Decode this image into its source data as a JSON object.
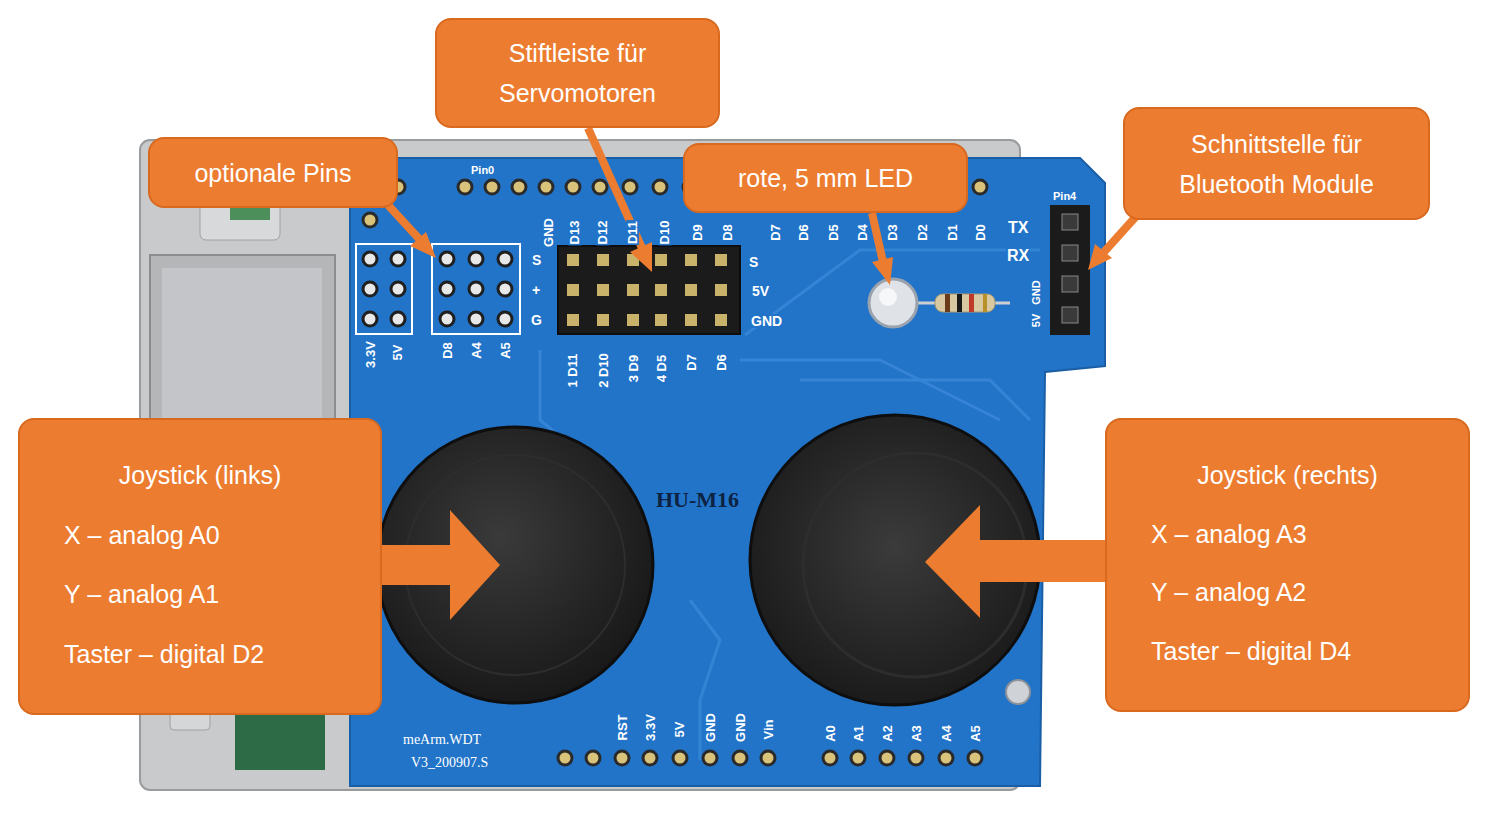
{
  "diagram": {
    "nodes": [
      {
        "text": [
          "optionale Pins"
        ]
      },
      {
        "text": [
          "Stiftleiste für Servomotoren"
        ]
      },
      {
        "text": [
          "rote, 5 mm LED"
        ]
      },
      {
        "text": [
          "Schnittstelle für Bluetooth Module"
        ]
      },
      {
        "text": [
          "Joystick (links)",
          "X – analog A0",
          "Y – analog A1",
          "Taster – digital D2"
        ]
      },
      {
        "text": [
          "Joystick (rechts)",
          "X – analog A3",
          "Y – analog A2",
          "Taster – digital D4"
        ]
      }
    ],
    "labels": [
      "Pin0",
      "GND",
      "D13",
      "D12",
      "D11",
      "D10",
      "D9",
      "D8",
      "D7",
      "D6",
      "D5",
      "D4",
      "D3",
      "D2",
      "D1",
      "D0",
      "Pin4",
      "TX",
      "RX",
      "GND",
      "5V",
      "S",
      "+",
      "G",
      "S",
      "5V",
      "GND",
      "3.3V",
      "5V",
      "D8",
      "A4",
      "A5",
      "1 D11",
      "2 D10",
      "3 D9",
      "4 D5",
      "D7",
      "D6",
      "HU-M16",
      "meArm.WDT",
      "V3_200907.S",
      "RST",
      "3.3V",
      "5V",
      "GND",
      "GND",
      "Vin",
      "A0",
      "A1",
      "A2",
      "A3",
      "A4",
      "A5"
    ]
  }
}
